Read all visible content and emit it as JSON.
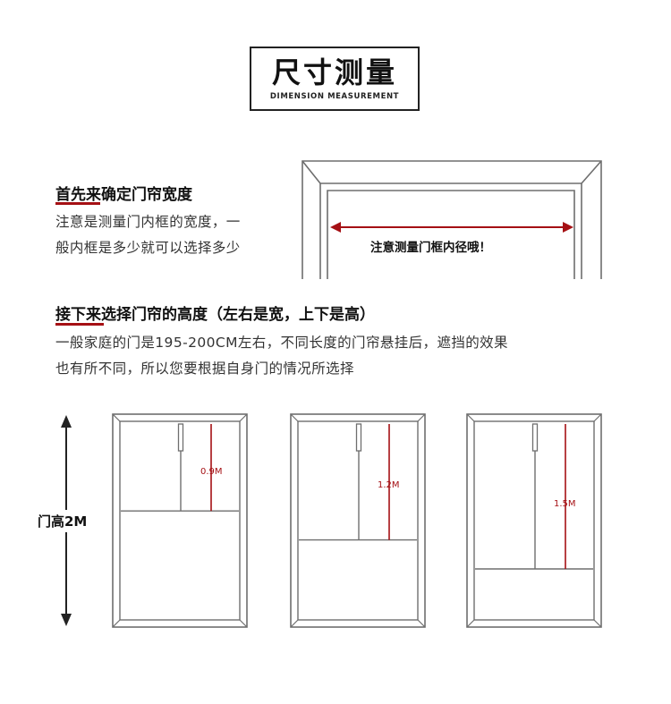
{
  "header": {
    "title_cn": "尺寸测量",
    "title_en": "DIMENSION MEASUREMENT"
  },
  "width_section": {
    "heading": "首先来确定门帘宽度",
    "body_line1": "注意是测量门内框的宽度，一",
    "body_line2": "般内框是多少就可以选择多少",
    "frame_note": "注意测量门框内径哦！"
  },
  "height_section": {
    "heading": "接下来选择门帘的高度（左右是宽，上下是高）",
    "body_line1": "一般家庭的门是195-200CM左右，不同长度的门帘悬挂后，遮挡的效果",
    "body_line2": "也有所不同，所以您要根据自身门的情况所选择"
  },
  "diagram": {
    "door_height_label": "门高2M",
    "doors": [
      {
        "length_label": "0.9M",
        "length_m": 0.9
      },
      {
        "length_label": "1.2M",
        "length_m": 1.2
      },
      {
        "length_label": "1.5M",
        "length_m": 1.5
      }
    ],
    "door_height_m": 2
  },
  "colors": {
    "accent_red": "#a51014",
    "line_dark": "#222222",
    "frame_gray": "#6e6e6e"
  }
}
